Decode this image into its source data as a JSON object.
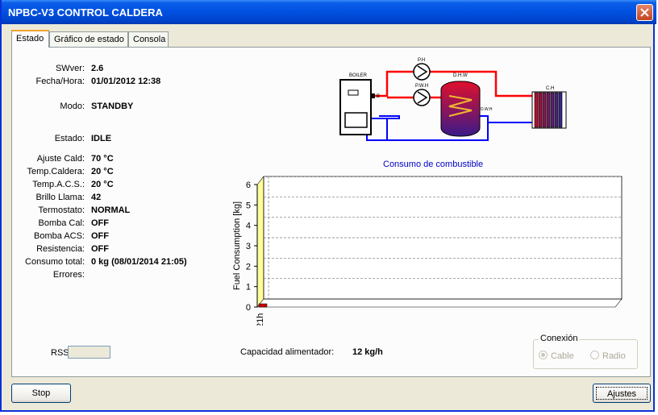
{
  "window": {
    "title": "NPBC-V3 CONTROL CALDERA"
  },
  "tabs": [
    {
      "label": "Estado"
    },
    {
      "label": "Gráfico de estado"
    },
    {
      "label": "Consola"
    }
  ],
  "status": {
    "swver": {
      "label": "SWver:",
      "value": "2.6"
    },
    "fecha": {
      "label": "Fecha/Hora:",
      "value": "01/01/2012 12:38"
    },
    "modo": {
      "label": "Modo:",
      "value": "STANDBY"
    },
    "estado": {
      "label": "Estado:",
      "value": "IDLE"
    },
    "ajuste": {
      "label": "Ajuste Cald:",
      "value": "70 °C"
    },
    "temp_caldera": {
      "label": "Temp.Caldera:",
      "value": "20 °C"
    },
    "temp_acs": {
      "label": "Temp.A.C.S.:",
      "value": "20 °C"
    },
    "brillo": {
      "label": "Brillo Llama:",
      "value": "42"
    },
    "termostato": {
      "label": "Termostato:",
      "value": "NORMAL"
    },
    "bomba_cal": {
      "label": "Bomba Cal:",
      "value": "OFF"
    },
    "bomba_acs": {
      "label": "Bomba ACS:",
      "value": "OFF"
    },
    "resistencia": {
      "label": "Resistencia:",
      "value": "OFF"
    },
    "consumo": {
      "label": "Consumo total:",
      "value": "0 kg (08/01/2014 21:05)"
    },
    "errores": {
      "label": "Errores:",
      "value": ""
    }
  },
  "diagram": {
    "boiler_label": "BOILER",
    "sensor_label": "B",
    "pump_ch_label": "P.H",
    "pump_dhw_label": "P.W.H",
    "dhw_label": "D.H.W",
    "dhw_sensor_label": "D.W.H",
    "ch_label": "C.H",
    "hot_color": "#ff0000",
    "cold_color": "#0000ff"
  },
  "chart_data": {
    "type": "bar",
    "title": "Consumo de combustible",
    "ylabel": "Fuel Consumption [kg]",
    "xlabel": "",
    "categories": [
      "21h"
    ],
    "values": [
      0
    ],
    "ylim": [
      0,
      6
    ],
    "yticks": [
      "0",
      "1",
      "2",
      "3",
      "4",
      "5",
      "6"
    ],
    "grid": true
  },
  "feeder": {
    "label": "Capacidad alimentador:",
    "value": "12 kg/h"
  },
  "rssi": {
    "label": "RSSI:",
    "value": ""
  },
  "connection": {
    "legend": "Conexión",
    "options": [
      {
        "label": "Cable",
        "selected": true
      },
      {
        "label": "Radio",
        "selected": false
      }
    ]
  },
  "buttons": {
    "stop": "Stop",
    "settings": "Ajustes"
  }
}
